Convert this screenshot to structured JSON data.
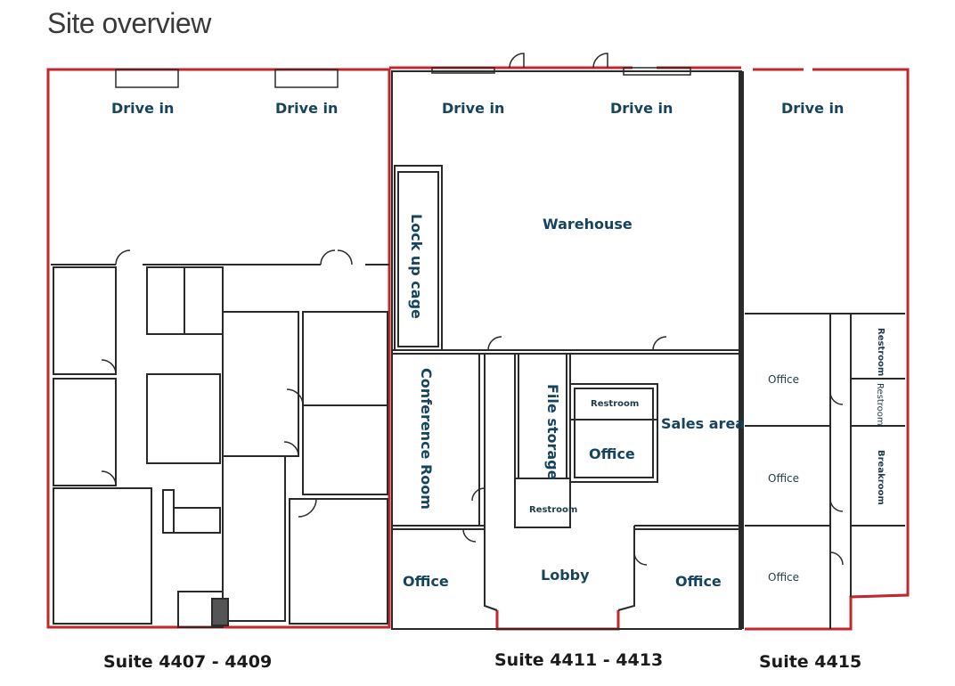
{
  "title": "Site overview",
  "labels": {
    "drive_in": "Drive in",
    "warehouse": "Warehouse",
    "lock_up_cage": "Lock up cage",
    "conference_room": "Conference Room",
    "file_storage": "File storage",
    "restroom": "Restroom",
    "office": "Office",
    "sales_area": "Sales area",
    "lobby": "Lobby",
    "breakroom": "Breakroom"
  },
  "suites": {
    "left": "Suite 4407 - 4409",
    "middle": "Suite 4411 - 4413",
    "right": "Suite 4415"
  },
  "colors": {
    "boundary": "#c0282d",
    "wall": "#2a2a2a",
    "label": "#16445c"
  }
}
